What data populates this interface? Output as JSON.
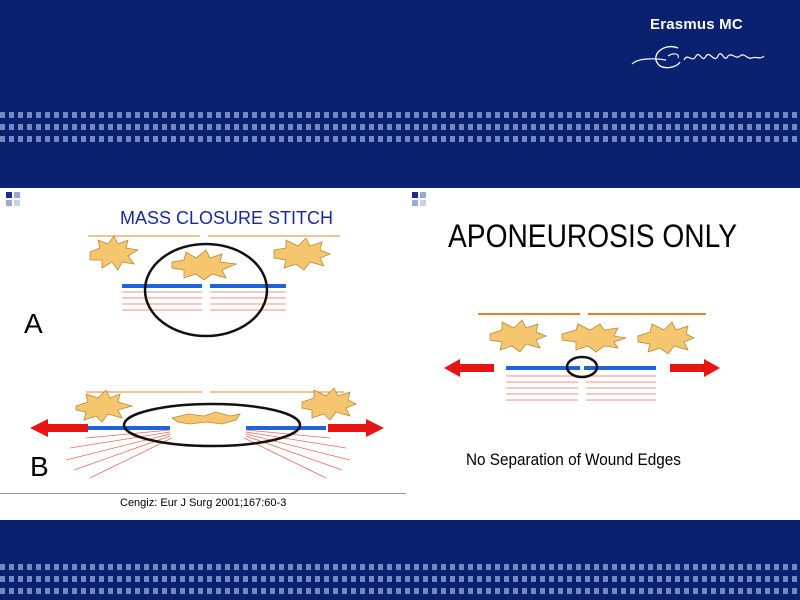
{
  "brand": {
    "name": "Erasmus MC",
    "signature": "Erasmus"
  },
  "left_panel": {
    "title": "MASS CLOSURE STITCH",
    "label_a": "A",
    "label_b": "B",
    "citation": "Cengiz: Eur J Surg 2001;167:60-3"
  },
  "right_panel": {
    "title": "APONEUROSIS ONLY",
    "caption": "No Separation of Wound Edges"
  },
  "colors": {
    "background": "#0a2170",
    "fascia_blue": "#1e64dc",
    "arrow_red": "#e81414",
    "muscle_fill": "#f5c66e",
    "skin_orange": "#e8822a",
    "title_blue": "#1a2a9a"
  }
}
